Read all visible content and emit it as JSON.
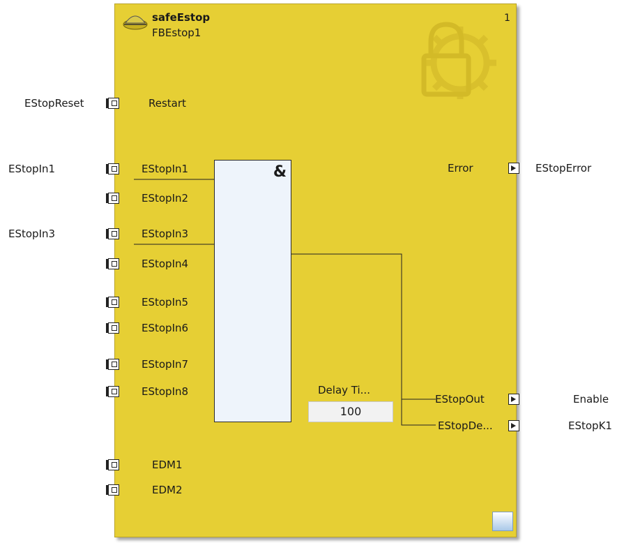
{
  "block": {
    "type_name": "safeEstop",
    "instance_name": "FBEstop1",
    "number": "1"
  },
  "inputs": {
    "restart": {
      "label": "Restart",
      "external": "EStopReset"
    },
    "in1": {
      "label": "EStopIn1",
      "external": "EStopIn1"
    },
    "in2": {
      "label": "EStopIn2"
    },
    "in3": {
      "label": "EStopIn3",
      "external": "EStopIn3"
    },
    "in4": {
      "label": "EStopIn4"
    },
    "in5": {
      "label": "EStopIn5"
    },
    "in6": {
      "label": "EStopIn6"
    },
    "in7": {
      "label": "EStopIn7"
    },
    "in8": {
      "label": "EStopIn8"
    },
    "edm1": {
      "label": "EDM1"
    },
    "edm2": {
      "label": "EDM2"
    }
  },
  "outputs": {
    "error": {
      "label": "Error",
      "external": "EStopError"
    },
    "out": {
      "label": "EStopOut",
      "external": "Enable"
    },
    "delayed": {
      "label": "EStopDe...",
      "external": "EStopK1"
    }
  },
  "and_gate": {
    "symbol": "&"
  },
  "delay": {
    "label": "Delay Ti...",
    "value": "100"
  },
  "colors": {
    "block_fill": "#e6cf34",
    "gate_fill": "#eef4fb"
  }
}
